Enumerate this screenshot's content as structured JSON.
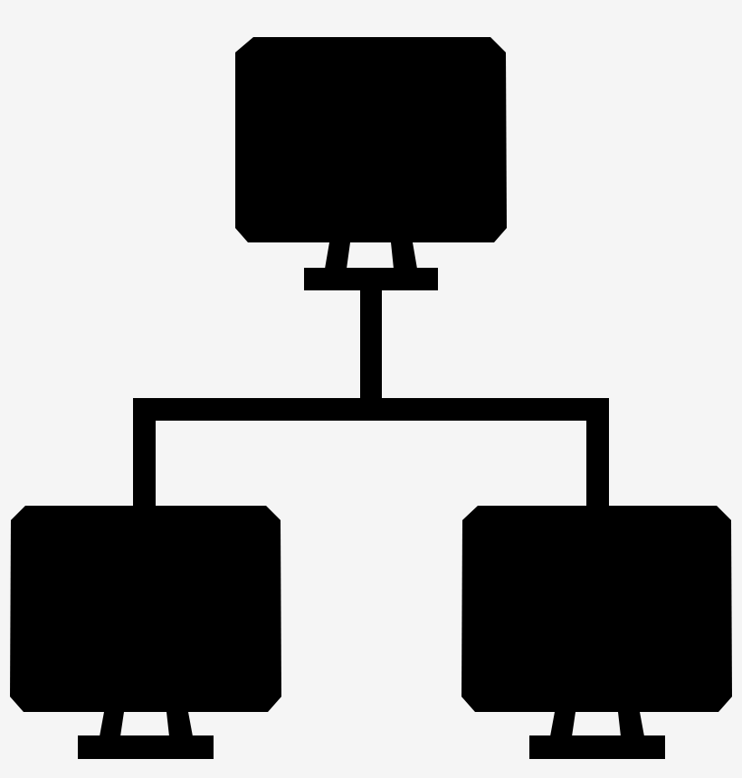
{
  "icon": {
    "name": "network-computers-icon",
    "nodes": [
      "top-monitor",
      "bottom-left-monitor",
      "bottom-right-monitor"
    ]
  },
  "colors": {
    "background": "#f5f5f5",
    "foreground": "#000000"
  }
}
